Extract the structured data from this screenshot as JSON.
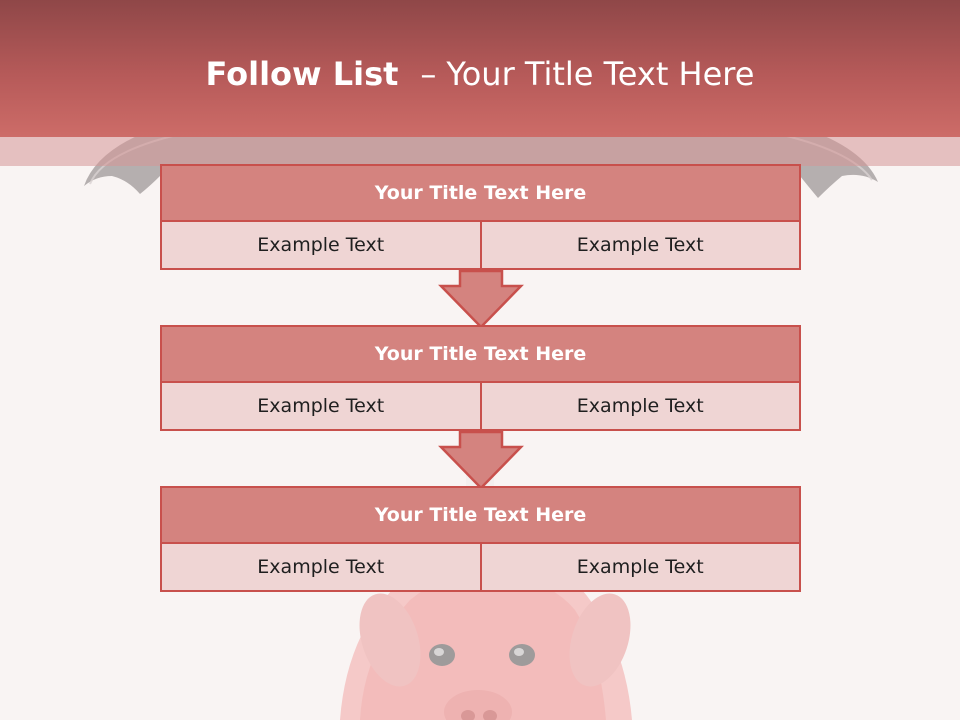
{
  "header": {
    "title_bold": "Follow List",
    "title_sep": "–",
    "title_rest": "Your Title Text Here"
  },
  "colors": {
    "header_dark": "#8f4748",
    "header_light": "#cd6c68",
    "box_title_fill": "#d4837f",
    "box_body_fill": "#efd5d4",
    "border": "#c8504c",
    "background": "#f9f4f3"
  },
  "background_image": "umbrella-over-piggy-bank",
  "steps": [
    {
      "title": "Your Title Text Here",
      "left": "Example Text",
      "right": "Example Text"
    },
    {
      "title": "Your Title Text Here",
      "left": "Example Text",
      "right": "Example Text"
    },
    {
      "title": "Your Title Text Here",
      "left": "Example Text",
      "right": "Example Text"
    }
  ],
  "connectors": [
    "down-arrow-icon",
    "down-arrow-icon"
  ]
}
